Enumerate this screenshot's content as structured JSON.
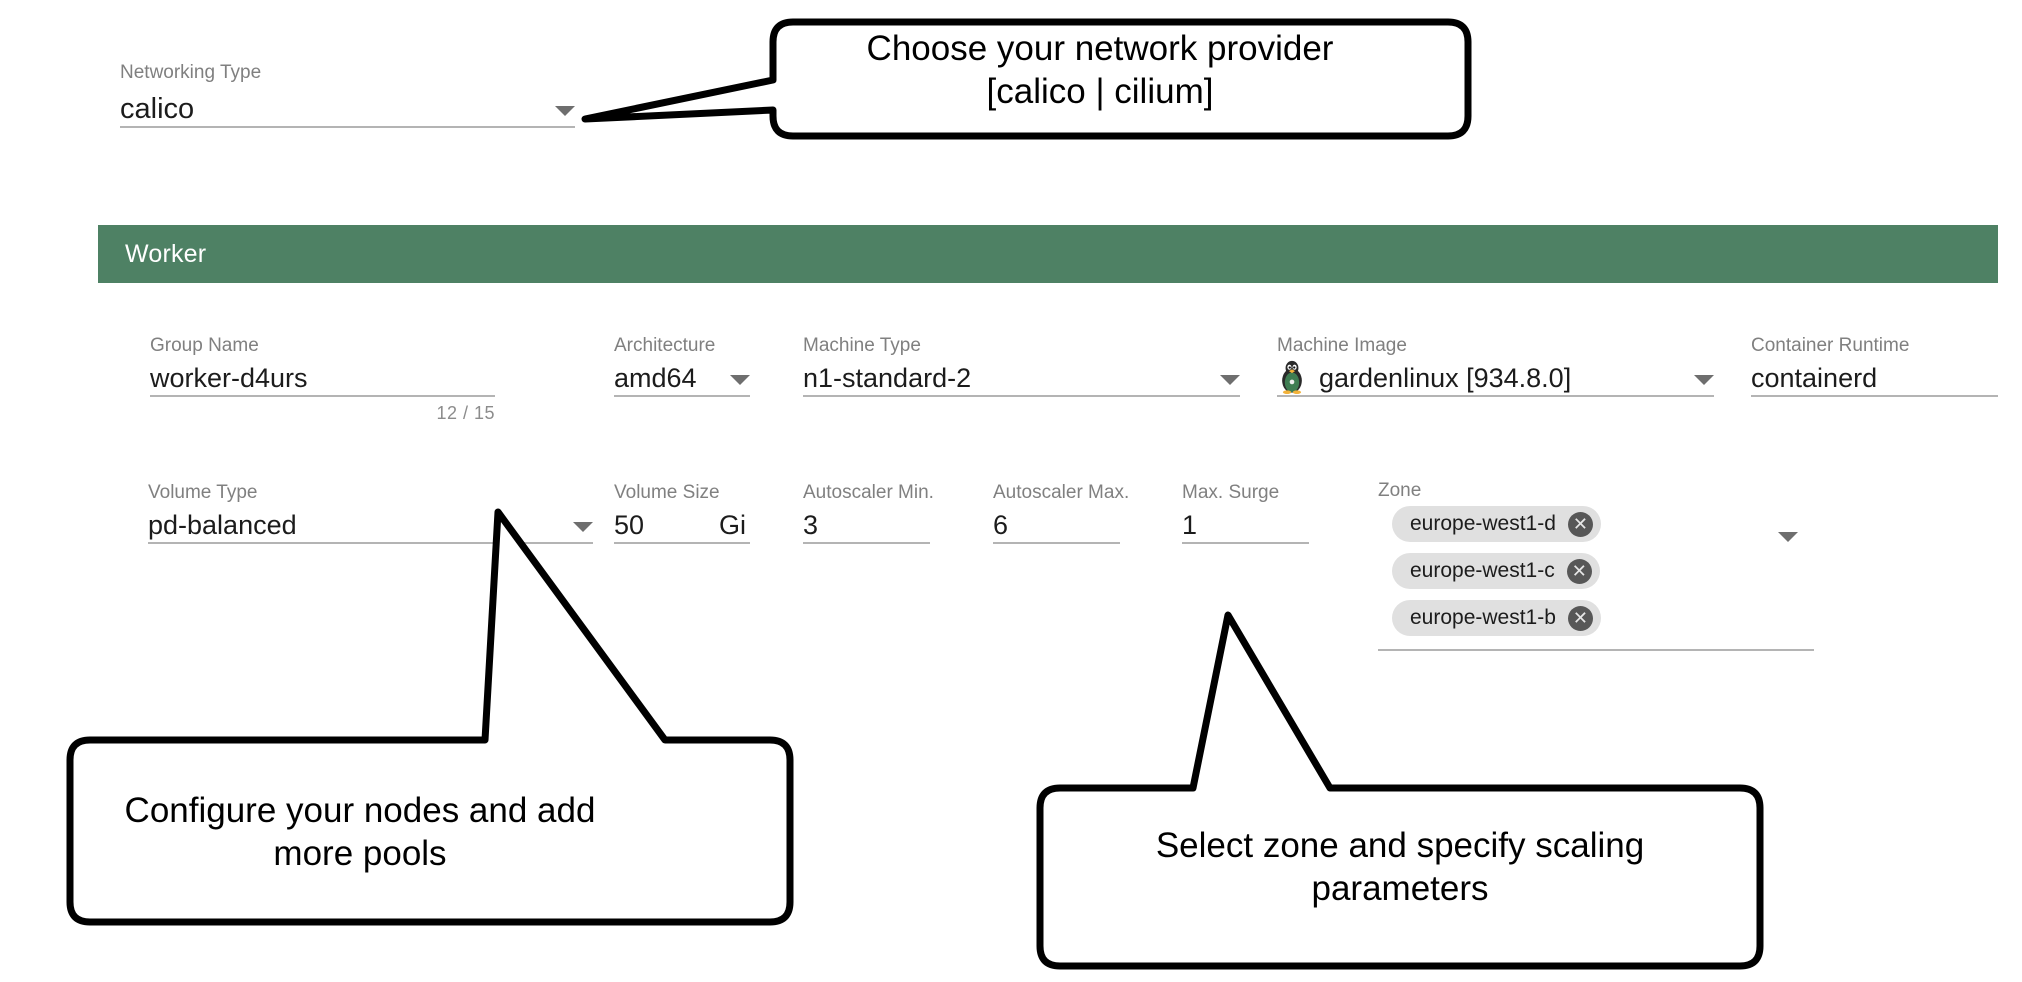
{
  "networking": {
    "label": "Networking Type",
    "value": "calico",
    "caret_icon": "chevron-down-icon"
  },
  "worker": {
    "title": "Worker",
    "header_color": "#4e8164",
    "fields": {
      "group_name": {
        "label": "Group Name",
        "value": "worker-d4urs",
        "counter": "12 / 15"
      },
      "architecture": {
        "label": "Architecture",
        "value": "amd64"
      },
      "machine_type": {
        "label": "Machine Type",
        "value": "n1-standard-2"
      },
      "machine_image": {
        "label": "Machine Image",
        "value": "gardenlinux [934.8.0]",
        "icon": "tux-penguin-icon"
      },
      "container_runtime": {
        "label": "Container Runtime",
        "value": "containerd"
      },
      "volume_type": {
        "label": "Volume Type",
        "value": "pd-balanced"
      },
      "volume_size": {
        "label": "Volume Size",
        "value": "50",
        "unit": "Gi"
      },
      "autoscaler_min": {
        "label": "Autoscaler Min.",
        "value": "3"
      },
      "autoscaler_max": {
        "label": "Autoscaler Max.",
        "value": "6"
      },
      "max_surge": {
        "label": "Max. Surge",
        "value": "1"
      },
      "zone": {
        "label": "Zone",
        "chips": [
          {
            "label": "europe-west1-d",
            "remove_icon": "close-circle-icon"
          },
          {
            "label": "europe-west1-c",
            "remove_icon": "close-circle-icon"
          },
          {
            "label": "europe-west1-b",
            "remove_icon": "close-circle-icon"
          }
        ]
      }
    }
  },
  "callouts": {
    "network": {
      "line1": "Choose your network provider",
      "line2": "[calico | cilium]"
    },
    "nodes": {
      "line1": "Configure your nodes and add",
      "line2": "more pools"
    },
    "zone": {
      "line1": "Select zone and specify scaling",
      "line2": "parameters"
    }
  }
}
